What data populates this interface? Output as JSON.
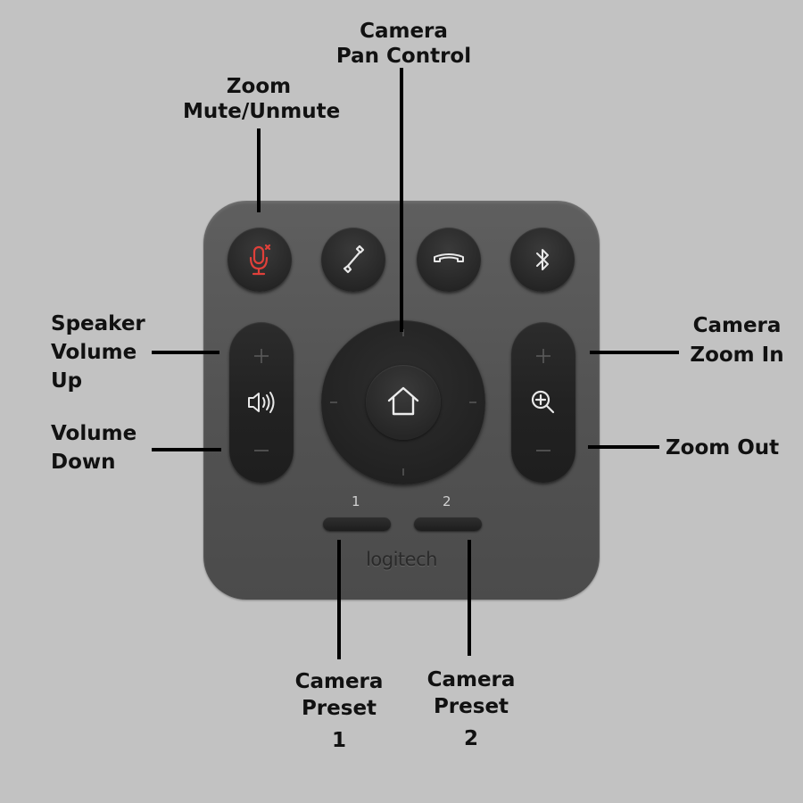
{
  "labels": {
    "pan_control": [
      "Camera",
      "Pan Control"
    ],
    "mute": [
      "Zoom",
      "Mute/Unmute"
    ],
    "volume_up": [
      "Speaker",
      "Volume",
      "Up"
    ],
    "volume_down": [
      "Volume",
      "Down"
    ],
    "zoom_in": [
      "Camera",
      "Zoom In"
    ],
    "zoom_out": "Zoom Out",
    "preset_1": [
      "Camera",
      "Preset",
      "1"
    ],
    "preset_2": [
      "Camera",
      "Preset",
      "2"
    ]
  },
  "remote": {
    "brand": "logitech",
    "preset_numbers": [
      "1",
      "2"
    ],
    "buttons": [
      "mute-icon",
      "call-answer-icon",
      "call-hangup-icon",
      "bluetooth-icon",
      "volume-icon",
      "home-icon",
      "magnifier-zoom-icon"
    ],
    "colors": {
      "mute_icon": "#e0403a",
      "body": "#555555",
      "button": "#262626",
      "icon": "#e8e8e8"
    }
  }
}
